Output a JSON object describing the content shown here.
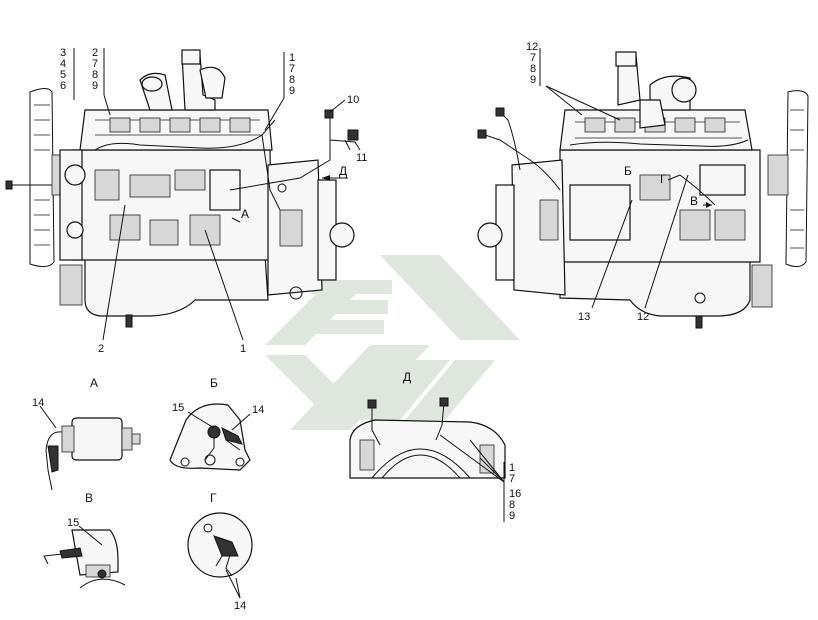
{
  "left_view": {
    "labels_top_left": [
      "3",
      "4",
      "5",
      "6"
    ],
    "labels_top_mid": [
      "2",
      "7",
      "8",
      "9"
    ],
    "labels_top_right": [
      "1",
      "7",
      "8",
      "9"
    ],
    "label_10": "10",
    "label_11": "11",
    "callout_A": "А",
    "callout_D": "Д",
    "label_bottom_2": "2",
    "label_bottom_1": "1"
  },
  "right_view": {
    "labels_top": [
      "12",
      "7",
      "8",
      "9"
    ],
    "callout_B": "Б",
    "callout_G": "Г",
    "callout_V": "В",
    "label_13": "13",
    "label_12": "12"
  },
  "detail_A": {
    "title": "А",
    "label": "14"
  },
  "detail_B": {
    "title": "Б",
    "label_left": "15",
    "label_right": "14"
  },
  "detail_V": {
    "title": "В",
    "label": "15"
  },
  "detail_G": {
    "title": "Г",
    "label": "14"
  },
  "detail_D": {
    "title": "Д",
    "labels": [
      "1",
      "7",
      "16",
      "8",
      "9"
    ]
  },
  "colors": {
    "line": "#111111",
    "watermark": "#dfe6de"
  }
}
